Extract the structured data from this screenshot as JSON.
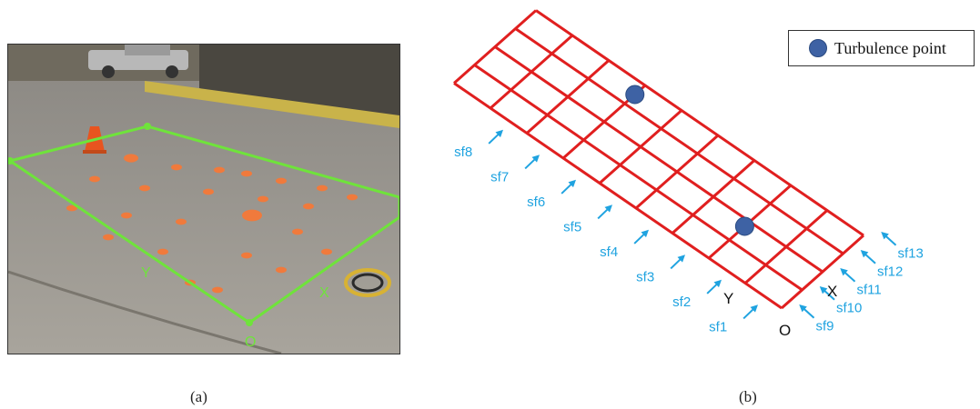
{
  "captions": {
    "a": "(a)",
    "b": "(b)"
  },
  "photo": {
    "labels": {
      "y": "Y",
      "x": "X",
      "origin": "O"
    },
    "colors": {
      "boundary": "#6fe33b",
      "markings": "#f07a3c",
      "pavement": "#9c9890",
      "cone": "#e8541f"
    }
  },
  "grid": {
    "rows": 4,
    "cols": 9,
    "colors": {
      "lines": "#e01f1f",
      "arrows": "#1fa3e0",
      "point": "#3e62a4"
    },
    "origin_label": "O",
    "x_label": "X",
    "y_label": "Y",
    "y_side_labels": [
      "sf1",
      "sf2",
      "sf3",
      "sf4",
      "sf5",
      "sf6",
      "sf7",
      "sf8"
    ],
    "x_side_labels": [
      "sf9",
      "sf10",
      "sf11",
      "sf12",
      "sf13"
    ]
  },
  "legend": {
    "label": "Turbulence point",
    "icon": "filled-circle"
  }
}
